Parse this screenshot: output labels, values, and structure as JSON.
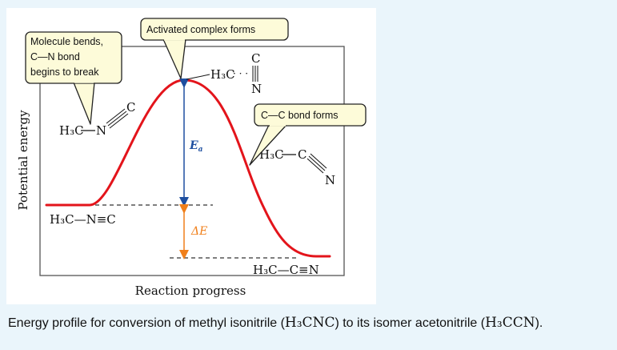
{
  "axes": {
    "ylabel": "Potential energy",
    "xlabel": "Reaction progress"
  },
  "callouts": {
    "bend_line1": "Molecule bends,",
    "bend_line2": "C—N bond",
    "bend_line3": "begins to break",
    "activated": "Activated complex forms",
    "cc_bond": "C—C bond forms"
  },
  "energy_labels": {
    "ea": "E",
    "ea_sub": "a",
    "delta_e": "ΔE"
  },
  "molecules": {
    "reactant": "H₃C—N≡C",
    "product": "H₃C—C≡N",
    "bent_h3c": "H₃C",
    "bent_n": "N",
    "bent_c": "C",
    "ts_h3c": "H₃C",
    "ts_dots": "· · ·",
    "ts_c": "C",
    "ts_n": "N",
    "form_h3c": "H₃C",
    "form_c": "C",
    "form_n": "N"
  },
  "caption": {
    "text_before": "Energy profile for conversion of methyl isonitrile (",
    "formula1": "H₃CNC",
    "text_middle": ") to its isomer acetonitrile (",
    "formula2": "H₃CCN",
    "text_after": ")."
  },
  "colors": {
    "background": "#eaf5fb",
    "panel": "#ffffff",
    "curve": "#e3141b",
    "ea_arrow": "#1f4fa0",
    "delta_arrow": "#f07f1a",
    "callout_fill": "#fdfbd9"
  }
}
